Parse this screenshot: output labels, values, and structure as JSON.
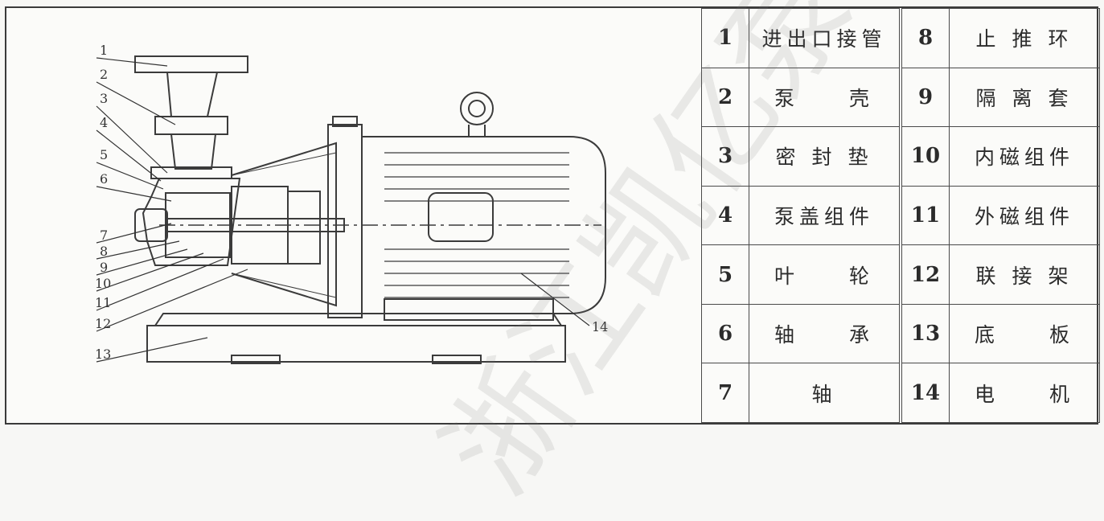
{
  "callouts": [
    "1",
    "2",
    "3",
    "4",
    "5",
    "6",
    "7",
    "8",
    "9",
    "10",
    "11",
    "12",
    "13",
    "14"
  ],
  "parts": [
    {
      "left_no": "1",
      "left_name": "进出口接管",
      "right_no": "8",
      "right_name": "止 推 环"
    },
    {
      "left_no": "2",
      "left_name": "泵　　壳",
      "right_no": "9",
      "right_name": "隔 离 套"
    },
    {
      "left_no": "3",
      "left_name": "密 封 垫",
      "right_no": "10",
      "right_name": "内磁组件"
    },
    {
      "left_no": "4",
      "left_name": "泵盖组件",
      "right_no": "11",
      "right_name": "外磁组件"
    },
    {
      "left_no": "5",
      "left_name": "叶　　轮",
      "right_no": "12",
      "right_name": "联 接 架"
    },
    {
      "left_no": "6",
      "left_name": "轴　　承",
      "right_no": "13",
      "right_name": "底　　板"
    },
    {
      "left_no": "7",
      "left_name": "轴",
      "right_no": "14",
      "right_name": "电　　机"
    }
  ],
  "watermark": "浙江凯亿泵"
}
